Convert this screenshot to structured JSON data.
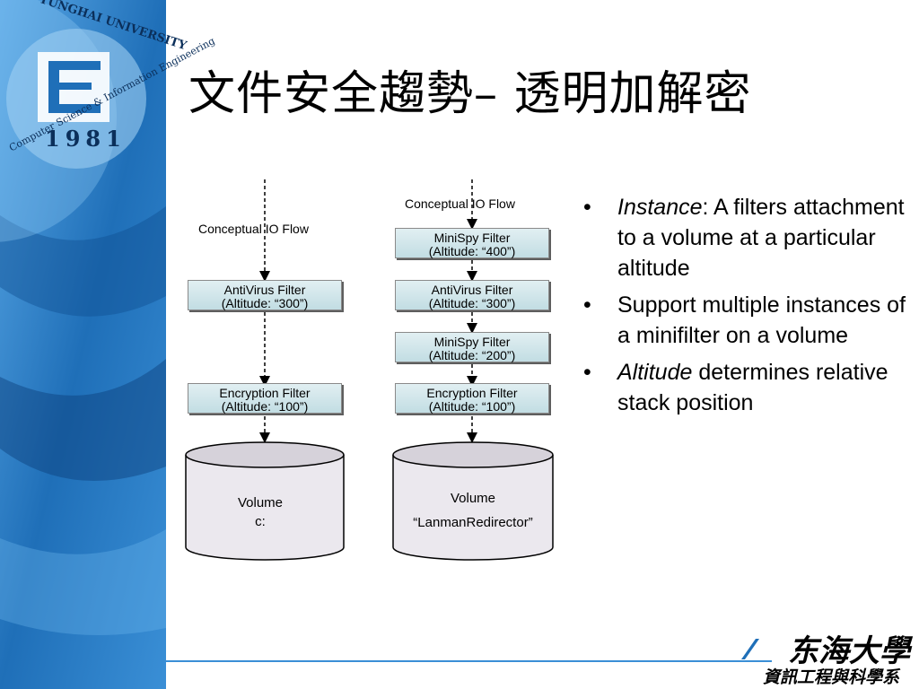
{
  "slide": {
    "title": "文件安全趨勢– 透明加解密"
  },
  "logo": {
    "university": "TUNGHAI UNIVERSITY",
    "year": "1981",
    "department_en": "Computer Science & Information Engineering"
  },
  "left_stack": {
    "flow_label": "Conceptual IO Flow",
    "filters": [
      {
        "name": "AntiVirus Filter",
        "altitude": "(Altitude: “300”)"
      },
      {
        "name": "Encryption Filter",
        "altitude": "(Altitude: “100”)"
      }
    ],
    "volume": {
      "line1": "Volume",
      "line2": "c:"
    }
  },
  "right_stack": {
    "flow_label": "Conceptual IO Flow",
    "filters": [
      {
        "name": "MiniSpy Filter",
        "altitude": "(Altitude: “400”)"
      },
      {
        "name": "AntiVirus Filter",
        "altitude": "(Altitude: “300”)"
      },
      {
        "name": "MiniSpy Filter",
        "altitude": "(Altitude: “200”)"
      },
      {
        "name": "Encryption Filter",
        "altitude": "(Altitude: “100”)"
      }
    ],
    "volume": {
      "line1": "Volume",
      "line2": "“LanmanRedirector”"
    }
  },
  "bullets": [
    {
      "em": "Instance",
      "rest": ": A filters attachment to a  volume at a particular altitude"
    },
    {
      "em": "",
      "rest": "Support multiple instances of a minifilter on a volume"
    },
    {
      "em": "Altitude",
      "rest": " determines relative stack position"
    }
  ],
  "footer": {
    "university_cn": "东海大學",
    "department_cn": "資訊工程與科學系"
  },
  "colors": {
    "sidebar_blue": "#1f6fb8",
    "filter_fill": "#cfe6ea",
    "divider_blue": "#3a8fd6"
  }
}
